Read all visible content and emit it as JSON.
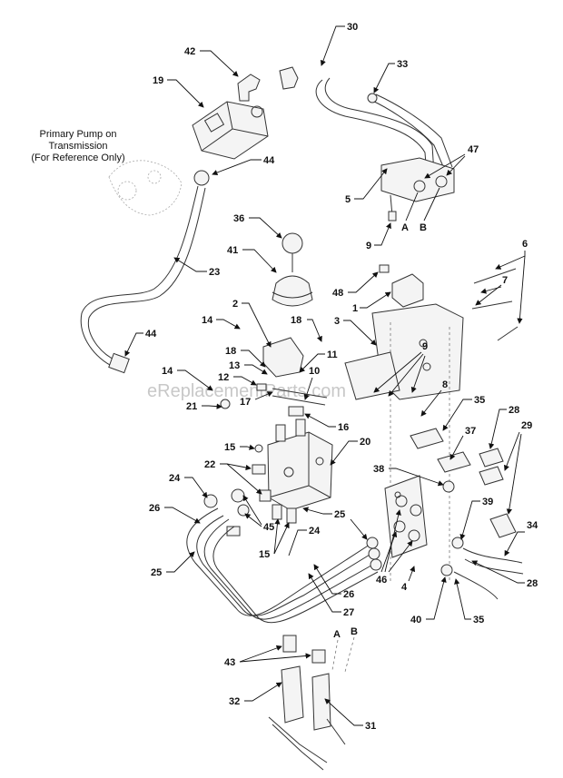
{
  "note": {
    "line1": "Primary Pump on",
    "line2": "Transmission",
    "line3": "(For Reference Only)"
  },
  "watermark": "eReplacementParts.com",
  "callouts": [
    "30",
    "42",
    "33",
    "19",
    "47",
    "44",
    "5",
    "36",
    "9",
    "23",
    "41",
    "6",
    "48",
    "7",
    "1",
    "2",
    "14",
    "18",
    "3",
    "44",
    "9",
    "18",
    "11",
    "13",
    "14",
    "12",
    "10",
    "8",
    "35",
    "28",
    "21",
    "17",
    "16",
    "29",
    "15",
    "20",
    "37",
    "38",
    "24",
    "22",
    "39",
    "26",
    "45",
    "25",
    "24",
    "34",
    "15",
    "25",
    "46",
    "4",
    "28",
    "26",
    "27",
    "40",
    "35",
    "43",
    "32",
    "31"
  ],
  "ports": [
    "A",
    "B",
    "A",
    "B"
  ]
}
